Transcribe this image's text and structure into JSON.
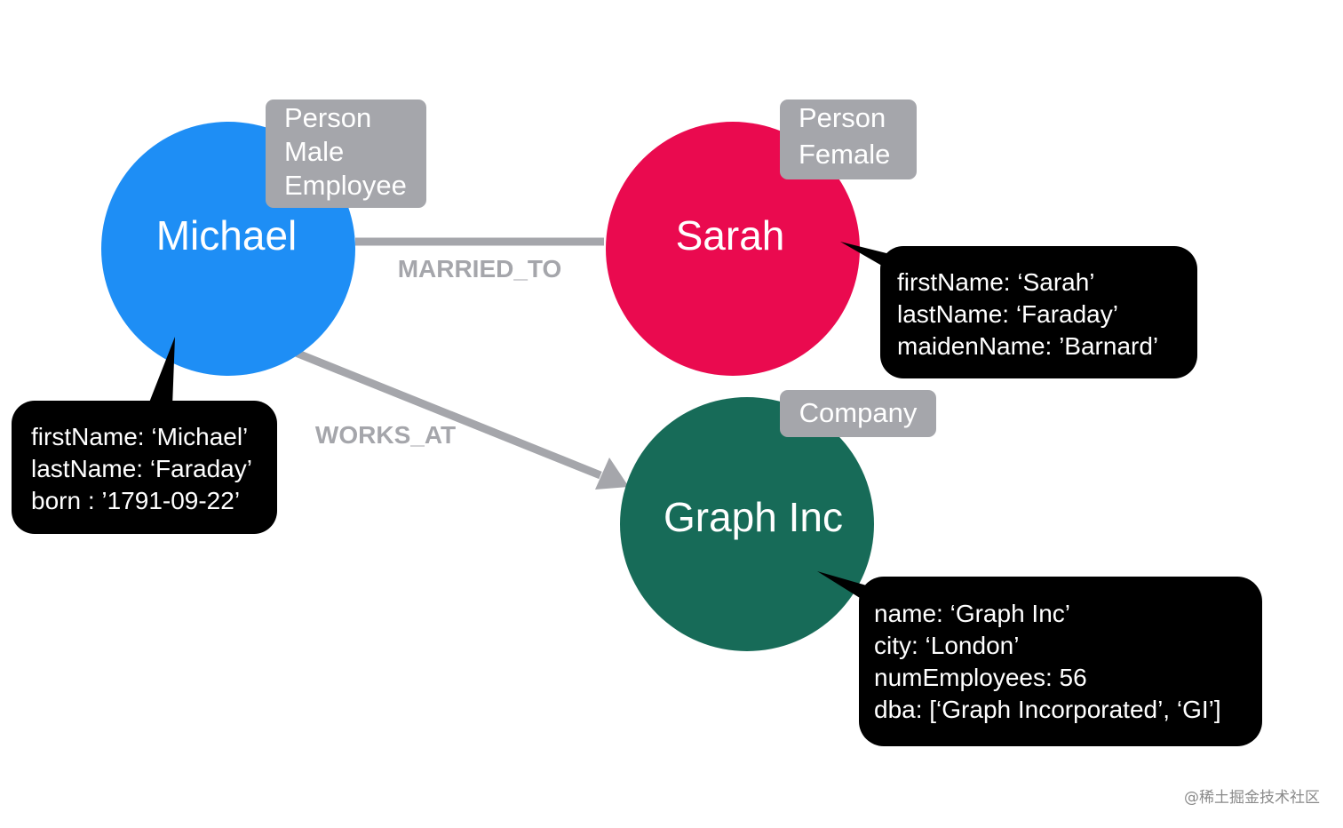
{
  "nodes": {
    "michael": {
      "name": "Michael",
      "color": "#1e8ef5",
      "labels": [
        "Person",
        "Male",
        "Employee"
      ],
      "properties": [
        "firstName: ‘Michael’",
        "lastName:  ‘Faraday’",
        "born : ’1791-09-22’"
      ]
    },
    "sarah": {
      "name": "Sarah",
      "color": "#ea0a4f",
      "labels": [
        "Person",
        "Female"
      ],
      "properties": [
        "firstName: ‘Sarah’",
        "lastName:  ‘Faraday’",
        "maidenName: ’Barnard’"
      ]
    },
    "graph_inc": {
      "name": "Graph Inc",
      "color": "#176b58",
      "labels": [
        "Company"
      ],
      "properties": [
        "name: ‘Graph Inc’",
        "city:  ‘London’",
        "numEmployees: 56",
        "dba: [‘Graph Incorporated’, ‘GI’]"
      ]
    }
  },
  "relationships": {
    "married_to": {
      "type": "MARRIED_TO",
      "from": "Michael",
      "to": "Sarah"
    },
    "works_at": {
      "type": "WORKS_AT",
      "from": "Michael",
      "to": "Graph Inc"
    }
  },
  "colors": {
    "label_tag": "#a5a6ab",
    "relationship": "#a5a6ab",
    "property_box": "#000000"
  },
  "watermark": "@稀土掘金技术社区"
}
